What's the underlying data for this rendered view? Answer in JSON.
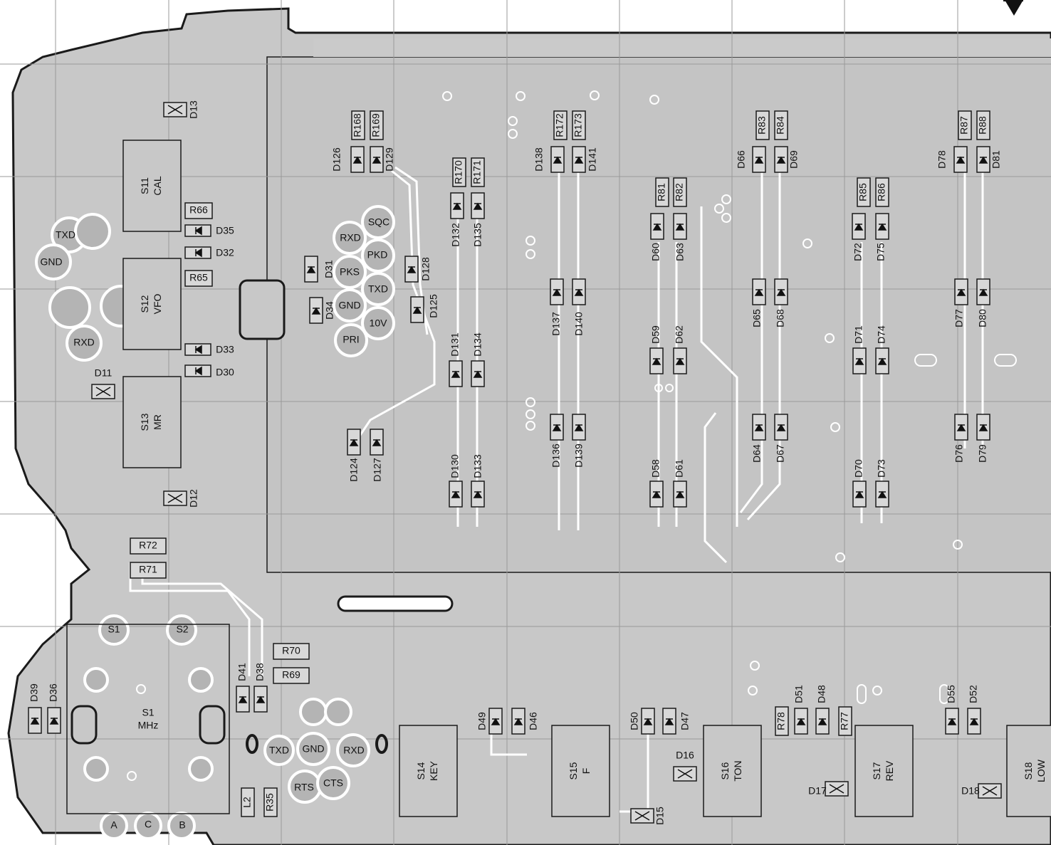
{
  "resistors": [
    {
      "id": "r168",
      "label": "R168"
    },
    {
      "id": "r169",
      "label": "R169"
    },
    {
      "id": "r170",
      "label": "R170"
    },
    {
      "id": "r171",
      "label": "R171"
    },
    {
      "id": "r172",
      "label": "R172"
    },
    {
      "id": "r173",
      "label": "R173"
    },
    {
      "id": "r81",
      "label": "R81"
    },
    {
      "id": "r82",
      "label": "R82"
    },
    {
      "id": "r83",
      "label": "R83"
    },
    {
      "id": "r84",
      "label": "R84"
    },
    {
      "id": "r85",
      "label": "R85"
    },
    {
      "id": "r86",
      "label": "R86"
    },
    {
      "id": "r87",
      "label": "R87"
    },
    {
      "id": "r88",
      "label": "R88"
    },
    {
      "id": "r66",
      "label": "R66"
    },
    {
      "id": "r65",
      "label": "R65"
    },
    {
      "id": "r72",
      "label": "R72"
    },
    {
      "id": "r71",
      "label": "R71"
    },
    {
      "id": "r70",
      "label": "R70"
    },
    {
      "id": "r69",
      "label": "R69"
    },
    {
      "id": "r78",
      "label": "R78"
    },
    {
      "id": "r77",
      "label": "R77"
    },
    {
      "id": "r35",
      "label": "R35"
    },
    {
      "id": "l2",
      "label": "L2"
    }
  ],
  "diodes": [
    {
      "id": "d126",
      "label": "D126"
    },
    {
      "id": "d129",
      "label": "D129"
    },
    {
      "id": "d132",
      "label": "D132"
    },
    {
      "id": "d135",
      "label": "D135"
    },
    {
      "id": "d138",
      "label": "D138"
    },
    {
      "id": "d141",
      "label": "D141"
    },
    {
      "id": "d60",
      "label": "D60"
    },
    {
      "id": "d63",
      "label": "D63"
    },
    {
      "id": "d66",
      "label": "D66"
    },
    {
      "id": "d69",
      "label": "D69"
    },
    {
      "id": "d72",
      "label": "D72"
    },
    {
      "id": "d75",
      "label": "D75"
    },
    {
      "id": "d78",
      "label": "D78"
    },
    {
      "id": "d81",
      "label": "D81"
    },
    {
      "id": "d31",
      "label": "D31"
    },
    {
      "id": "d34",
      "label": "D34"
    },
    {
      "id": "d128",
      "label": "D128"
    },
    {
      "id": "d125",
      "label": "D125"
    },
    {
      "id": "d137",
      "label": "D137"
    },
    {
      "id": "d140",
      "label": "D140"
    },
    {
      "id": "d65",
      "label": "D65"
    },
    {
      "id": "d68",
      "label": "D68"
    },
    {
      "id": "d77",
      "label": "D77"
    },
    {
      "id": "d80",
      "label": "D80"
    },
    {
      "id": "d131",
      "label": "D131"
    },
    {
      "id": "d134",
      "label": "D134"
    },
    {
      "id": "d59",
      "label": "D59"
    },
    {
      "id": "d62",
      "label": "D62"
    },
    {
      "id": "d71",
      "label": "D71"
    },
    {
      "id": "d74",
      "label": "D74"
    },
    {
      "id": "d124",
      "label": "D124"
    },
    {
      "id": "d127",
      "label": "D127"
    },
    {
      "id": "d136",
      "label": "D136"
    },
    {
      "id": "d139",
      "label": "D139"
    },
    {
      "id": "d64",
      "label": "D64"
    },
    {
      "id": "d67",
      "label": "D67"
    },
    {
      "id": "d76",
      "label": "D76"
    },
    {
      "id": "d79",
      "label": "D79"
    },
    {
      "id": "d130",
      "label": "D130"
    },
    {
      "id": "d133",
      "label": "D133"
    },
    {
      "id": "d58",
      "label": "D58"
    },
    {
      "id": "d61",
      "label": "D61"
    },
    {
      "id": "d70",
      "label": "D70"
    },
    {
      "id": "d73",
      "label": "D73"
    },
    {
      "id": "d35",
      "label": "D35"
    },
    {
      "id": "d32",
      "label": "D32"
    },
    {
      "id": "d33",
      "label": "D33"
    },
    {
      "id": "d30",
      "label": "D30"
    },
    {
      "id": "d13",
      "label": "D13"
    },
    {
      "id": "d12",
      "label": "D12"
    },
    {
      "id": "d11",
      "label": "D11"
    },
    {
      "id": "d39",
      "label": "D39"
    },
    {
      "id": "d36",
      "label": "D36"
    },
    {
      "id": "d41",
      "label": "D41"
    },
    {
      "id": "d38",
      "label": "D38"
    },
    {
      "id": "d49",
      "label": "D49"
    },
    {
      "id": "d46",
      "label": "D46"
    },
    {
      "id": "d50",
      "label": "D50"
    },
    {
      "id": "d47",
      "label": "D47"
    },
    {
      "id": "d16",
      "label": "D16"
    },
    {
      "id": "d15",
      "label": "D15"
    },
    {
      "id": "d51",
      "label": "D51"
    },
    {
      "id": "d48",
      "label": "D48"
    },
    {
      "id": "d17",
      "label": "D17"
    },
    {
      "id": "d55",
      "label": "D55"
    },
    {
      "id": "d52",
      "label": "D52"
    },
    {
      "id": "d18",
      "label": "D18"
    }
  ],
  "switches": [
    {
      "id": "s11",
      "ref": "S11",
      "func": "CAL"
    },
    {
      "id": "s12",
      "ref": "S12",
      "func": "VFO"
    },
    {
      "id": "s13",
      "ref": "S13",
      "func": "MR"
    },
    {
      "id": "s1",
      "ref": "S1",
      "func": "MHz"
    },
    {
      "id": "s14",
      "ref": "S14",
      "func": "KEY"
    },
    {
      "id": "s15",
      "ref": "S15",
      "func": "F"
    },
    {
      "id": "s16",
      "ref": "S16",
      "func": "TON"
    },
    {
      "id": "s17",
      "ref": "S17",
      "func": "REV"
    },
    {
      "id": "s18",
      "ref": "S18",
      "func": "LOW"
    }
  ],
  "test_points": [
    {
      "id": "txd-left",
      "label": "TXD"
    },
    {
      "id": "gnd-left",
      "label": "GND"
    },
    {
      "id": "rxd-left",
      "label": "RXD"
    },
    {
      "id": "rxd-mid",
      "label": "RXD"
    },
    {
      "id": "sqc",
      "label": "SQC"
    },
    {
      "id": "pkd",
      "label": "PKD"
    },
    {
      "id": "pks",
      "label": "PKS"
    },
    {
      "id": "txd-mid",
      "label": "TXD"
    },
    {
      "id": "gnd-mid",
      "label": "GND"
    },
    {
      "id": "v10",
      "label": "10V"
    },
    {
      "id": "pri",
      "label": "PRI"
    },
    {
      "id": "s1pad",
      "label": "S1"
    },
    {
      "id": "s2pad",
      "label": "S2"
    },
    {
      "id": "apad",
      "label": "A"
    },
    {
      "id": "cpad",
      "label": "C"
    },
    {
      "id": "bpad",
      "label": "B"
    },
    {
      "id": "txd-bot",
      "label": "TXD"
    },
    {
      "id": "gnd-bot",
      "label": "GND"
    },
    {
      "id": "rxd-bot",
      "label": "RXD"
    },
    {
      "id": "rts",
      "label": "RTS"
    },
    {
      "id": "cts",
      "label": "CTS"
    }
  ],
  "colors": {
    "board": "#c8c8c8",
    "trace": "#ffffff",
    "pad": "#b4b4b4",
    "outline": "#1a1a1a",
    "part": "#d8d8d8",
    "grid": "#9a9a9a"
  }
}
